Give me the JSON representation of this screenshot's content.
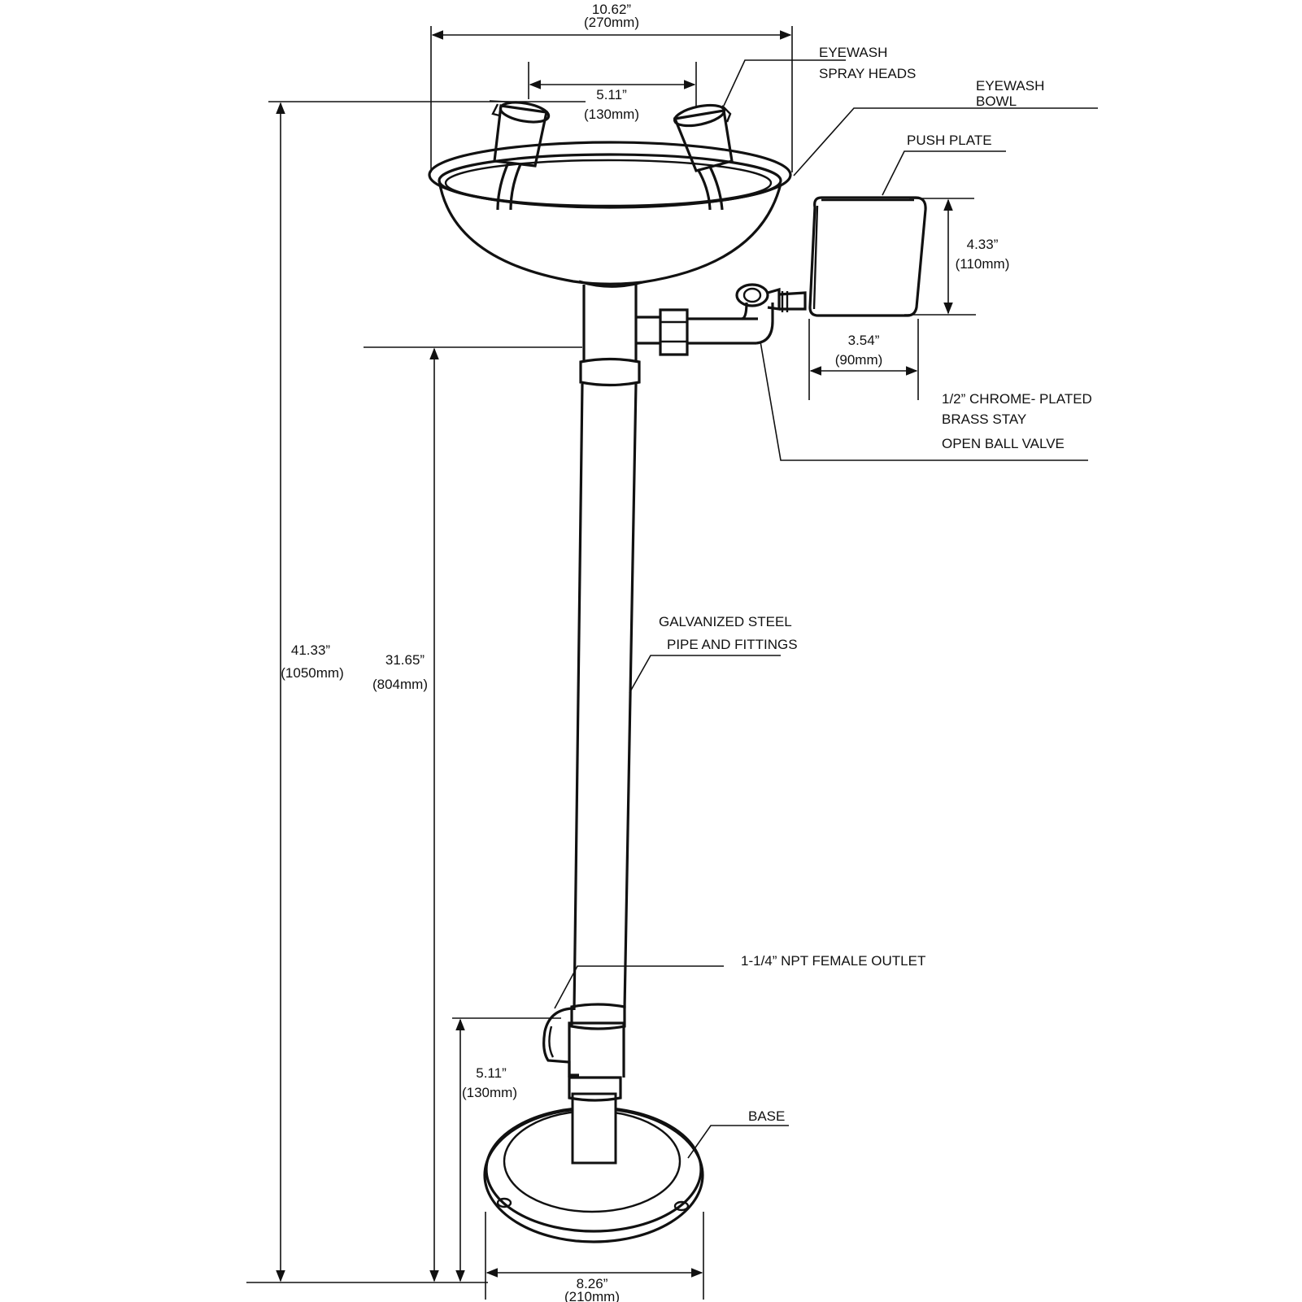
{
  "dimensions": {
    "overall_width": {
      "in": "10.62”",
      "mm": "(270mm)"
    },
    "spray_head_spacing": {
      "in": "5.11”",
      "mm": "(130mm)"
    },
    "push_plate_height": {
      "in": "4.33”",
      "mm": "(110mm)"
    },
    "push_plate_width": {
      "in": "3.54”",
      "mm": "(90mm)"
    },
    "overall_height": {
      "in": "41.33”",
      "mm": "(1050mm)"
    },
    "pipe_height": {
      "in": "31.65”",
      "mm": "(804mm)"
    },
    "outlet_height": {
      "in": "5.11”",
      "mm": "(130mm)"
    },
    "base_width": {
      "in": "8.26”",
      "mm": "(210mm)"
    }
  },
  "callouts": {
    "spray_heads": [
      "EYEWASH",
      "SPRAY HEADS"
    ],
    "bowl": [
      "EYEWASH",
      "BOWL"
    ],
    "push_plate": [
      "PUSH PLATE"
    ],
    "valve": [
      "1/2” CHROME- PLATED",
      "BRASS STAY",
      "OPEN BALL VALVE"
    ],
    "pipe": [
      "GALVANIZED STEEL",
      "PIPE AND FITTINGS"
    ],
    "outlet": [
      "1-1/4” NPT FEMALE OUTLET"
    ],
    "base": [
      "BASE"
    ]
  }
}
